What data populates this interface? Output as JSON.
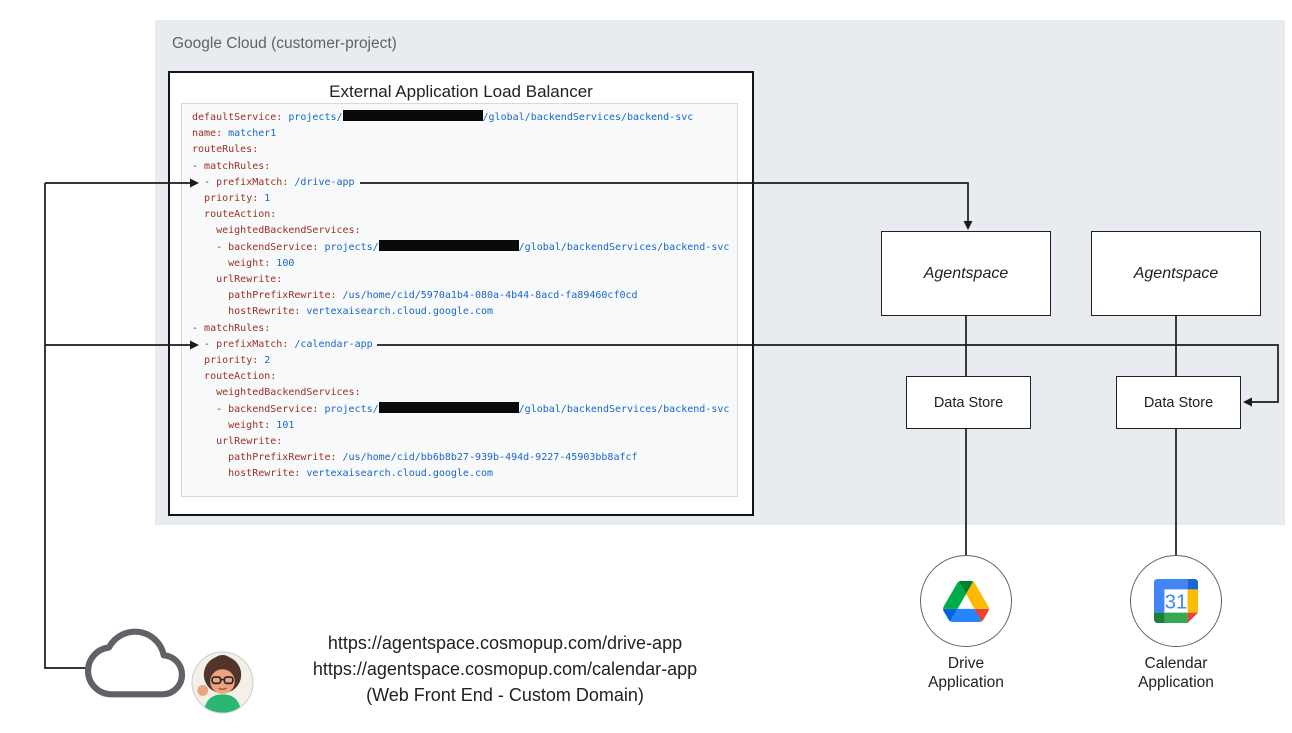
{
  "colors": {
    "gcp_background": "#E8ECF0",
    "code_key": "#9C2F20",
    "code_value": "#1A66C8",
    "redaction": "#0A0A0A",
    "muted_label": "#5F6368",
    "drive_blue": "#2684FC",
    "drive_green": "#00AC47",
    "drive_yellow": "#FFBA00",
    "drive_red": "#EA4335",
    "calendar_blue": "#4285F4",
    "calendar_green": "#34A853",
    "calendar_yellow": "#FBBC04",
    "calendar_red": "#EA4335"
  },
  "gcp_label": "Google Cloud (customer-project)",
  "load_balancer": {
    "title": "External Application Load Balancer",
    "code_lines": [
      [
        {
          "c": "k",
          "t": "defaultService:"
        },
        {
          "c": "v",
          "t": " projects/"
        },
        {
          "c": "r",
          "t": ""
        },
        {
          "c": "v",
          "t": "/global/backendServices/backend-svc"
        }
      ],
      [
        {
          "c": "k",
          "t": "name:"
        },
        {
          "c": "v",
          "t": " matcher1"
        }
      ],
      [
        {
          "c": "k",
          "t": "routeRules:"
        }
      ],
      [
        {
          "c": "p",
          "t": "- "
        },
        {
          "c": "k",
          "t": "matchRules:"
        }
      ],
      [
        {
          "c": "p",
          "t": "  - "
        },
        {
          "c": "k",
          "t": "prefixMatch:"
        },
        {
          "c": "v",
          "t": " /drive-app"
        }
      ],
      [
        {
          "c": "p",
          "t": "  "
        },
        {
          "c": "k",
          "t": "priority:"
        },
        {
          "c": "v",
          "t": " 1"
        }
      ],
      [
        {
          "c": "p",
          "t": "  "
        },
        {
          "c": "k",
          "t": "routeAction:"
        }
      ],
      [
        {
          "c": "p",
          "t": "    "
        },
        {
          "c": "k",
          "t": "weightedBackendServices:"
        }
      ],
      [
        {
          "c": "p",
          "t": "    - "
        },
        {
          "c": "k",
          "t": "backendService:"
        },
        {
          "c": "v",
          "t": " projects/"
        },
        {
          "c": "r",
          "t": ""
        },
        {
          "c": "v",
          "t": "/global/backendServices/backend-svc"
        }
      ],
      [
        {
          "c": "p",
          "t": "      "
        },
        {
          "c": "k",
          "t": "weight:"
        },
        {
          "c": "v",
          "t": " 100"
        }
      ],
      [
        {
          "c": "p",
          "t": "    "
        },
        {
          "c": "k",
          "t": "urlRewrite:"
        }
      ],
      [
        {
          "c": "p",
          "t": "      "
        },
        {
          "c": "k",
          "t": "pathPrefixRewrite:"
        },
        {
          "c": "v",
          "t": " /us/home/cid/5970a1b4-080a-4b44-8acd-fa89460cf0cd"
        }
      ],
      [
        {
          "c": "p",
          "t": "      "
        },
        {
          "c": "k",
          "t": "hostRewrite:"
        },
        {
          "c": "v",
          "t": " vertexaisearch.cloud.google.com"
        }
      ],
      [
        {
          "c": "p",
          "t": "- "
        },
        {
          "c": "k",
          "t": "matchRules:"
        }
      ],
      [
        {
          "c": "p",
          "t": "  - "
        },
        {
          "c": "k",
          "t": "prefixMatch:"
        },
        {
          "c": "v",
          "t": " /calendar-app"
        }
      ],
      [
        {
          "c": "p",
          "t": "  "
        },
        {
          "c": "k",
          "t": "priority:"
        },
        {
          "c": "v",
          "t": " 2"
        }
      ],
      [
        {
          "c": "p",
          "t": "  "
        },
        {
          "c": "k",
          "t": "routeAction:"
        }
      ],
      [
        {
          "c": "p",
          "t": "    "
        },
        {
          "c": "k",
          "t": "weightedBackendServices:"
        }
      ],
      [
        {
          "c": "p",
          "t": "    - "
        },
        {
          "c": "k",
          "t": "backendService:"
        },
        {
          "c": "v",
          "t": " projects/"
        },
        {
          "c": "r",
          "t": ""
        },
        {
          "c": "v",
          "t": "/global/backendServices/backend-svc"
        }
      ],
      [
        {
          "c": "p",
          "t": "      "
        },
        {
          "c": "k",
          "t": "weight:"
        },
        {
          "c": "v",
          "t": " 101"
        }
      ],
      [
        {
          "c": "p",
          "t": "    "
        },
        {
          "c": "k",
          "t": "urlRewrite:"
        }
      ],
      [
        {
          "c": "p",
          "t": "      "
        },
        {
          "c": "k",
          "t": "pathPrefixRewrite:"
        },
        {
          "c": "v",
          "t": " /us/home/cid/bb6b8b27-939b-494d-9227-45903bb8afcf"
        }
      ],
      [
        {
          "c": "p",
          "t": "      "
        },
        {
          "c": "k",
          "t": "hostRewrite:"
        },
        {
          "c": "v",
          "t": " vertexaisearch.cloud.google.com"
        }
      ]
    ]
  },
  "nodes": {
    "agentspace_left": "Agentspace",
    "agentspace_right": "Agentspace",
    "datastore_left": "Data Store",
    "datastore_right": "Data Store",
    "drive_app_line1": "Drive",
    "drive_app_line2": "Application",
    "calendar_app_line1": "Calendar",
    "calendar_app_line2": "Application"
  },
  "icons": {
    "drive": "google-drive-icon",
    "calendar": "google-calendar-icon",
    "calendar_day": "31",
    "cloud": "cloud-icon",
    "avatar": "user-avatar"
  },
  "frontend": {
    "url_drive": "https://agentspace.cosmopup.com/drive-app",
    "url_calendar": "https://agentspace.cosmopup.com/calendar-app",
    "caption": "(Web Front End - Custom Domain)"
  }
}
